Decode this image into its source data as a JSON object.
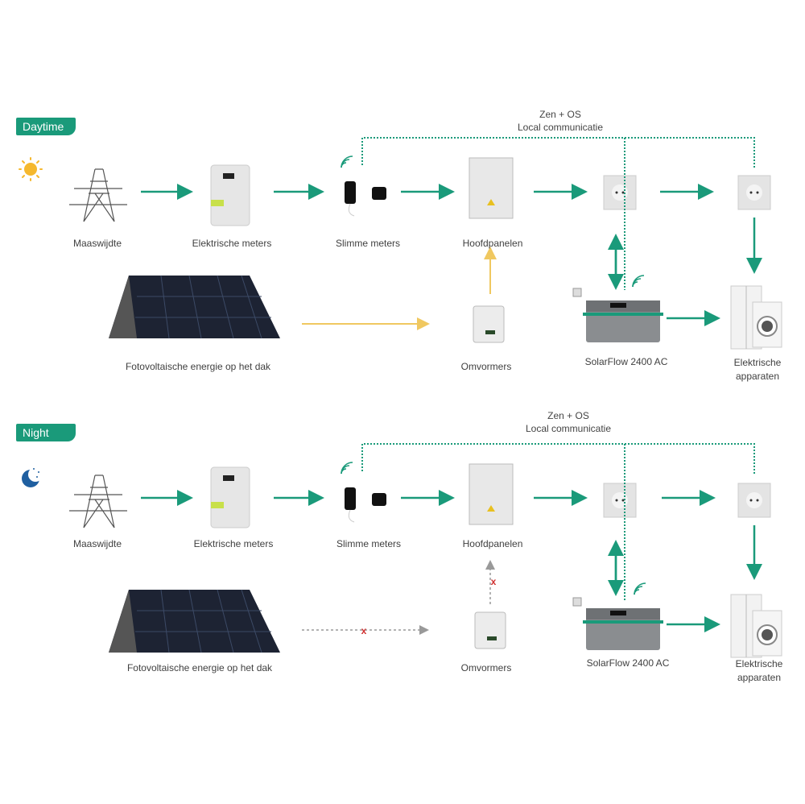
{
  "colors": {
    "accent_green": "#1a9a7a",
    "solar_yellow": "#f0c860",
    "blocked_gray": "#999999",
    "blocked_x": "#d03030",
    "moon_blue": "#1f5fa0",
    "sun_yellow": "#f5b82e"
  },
  "sections": [
    {
      "badge": "Daytime",
      "time_icon": "sun-icon",
      "comm_line1": "Zen + OS",
      "comm_line2": "Local communicatie",
      "labels": {
        "grid": "Maaswijdte",
        "meter": "Elektrische meters",
        "smart": "Slimme meters",
        "panel": "Hoofdpanelen",
        "pv": "Fotovoltaische energie op het dak",
        "inverter": "Omvormers",
        "solarflow": "SolarFlow 2400 AC",
        "appliances_line1": "Elektrische",
        "appliances_line2": "apparaten"
      },
      "pv_flow": "active"
    },
    {
      "badge": "Night",
      "time_icon": "moon-icon",
      "comm_line1": "Zen + OS",
      "comm_line2": "Local communicatie",
      "labels": {
        "grid": "Maaswijdte",
        "meter": "Elektrische meters",
        "smart": "Slimme meters",
        "panel": "Hoofdpanelen",
        "pv": "Fotovoltaische energie op het dak",
        "inverter": "Omvormers",
        "solarflow": "SolarFlow 2400 AC",
        "appliances_line1": "Elektrische",
        "appliances_line2": "apparaten"
      },
      "pv_flow": "blocked",
      "blocked_marker": "x"
    }
  ]
}
